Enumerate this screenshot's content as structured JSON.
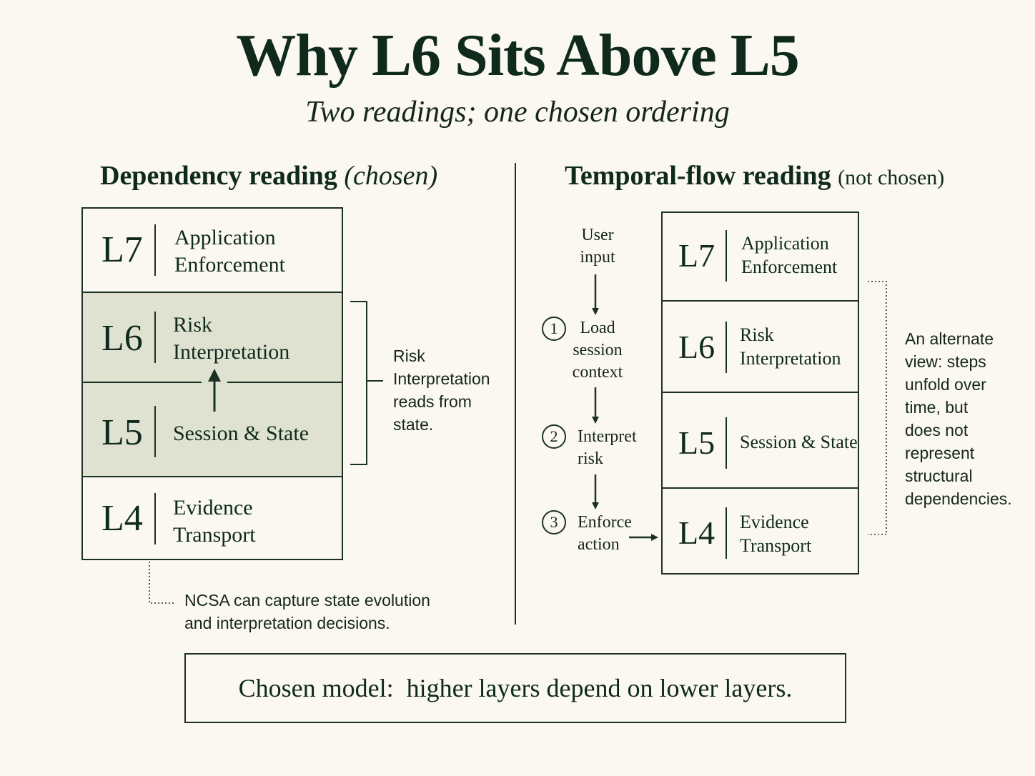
{
  "title": "Why L6 Sits Above L5",
  "subtitle": "Two readings; one chosen ordering",
  "left_panel": {
    "heading": "Dependency reading",
    "heading_note": "(chosen)",
    "layers": [
      {
        "code": "L7",
        "name_line1": "Application",
        "name_line2": "Enforcement"
      },
      {
        "code": "L6",
        "name_line1": "Risk",
        "name_line2": "Interpretation"
      },
      {
        "code": "L5",
        "name_line1": "Session & State",
        "name_line2": ""
      },
      {
        "code": "L4",
        "name_line1": "Evidence",
        "name_line2": "Transport"
      }
    ],
    "bracket_note": [
      "Risk",
      "Interpretation",
      "reads from",
      "state."
    ],
    "bottom_note": [
      "NCSA can capture state evolution",
      "and interpretation decisions."
    ]
  },
  "right_panel": {
    "heading": "Temporal-flow reading",
    "heading_note": "(not chosen)",
    "input_label": [
      "User",
      "input"
    ],
    "steps": [
      {
        "num": "1",
        "label": [
          "Load",
          "session",
          "context"
        ]
      },
      {
        "num": "2",
        "label": [
          "Interpret",
          "risk"
        ]
      },
      {
        "num": "3",
        "label": [
          "Enforce",
          "action"
        ]
      }
    ],
    "layers": [
      {
        "code": "L7",
        "name_line1": "Application",
        "name_line2": "Enforcement"
      },
      {
        "code": "L6",
        "name_line1": "Risk",
        "name_line2": "Interpretation"
      },
      {
        "code": "L5",
        "name_line1": "Session & State",
        "name_line2": ""
      },
      {
        "code": "L4",
        "name_line1": "Evidence",
        "name_line2": "Transport"
      }
    ],
    "side_note": [
      "An alternate",
      "view: steps",
      "unfold over",
      "time, but",
      "does not",
      "represent",
      "structural",
      "dependencies."
    ]
  },
  "chosen_model": "Chosen model:  higher layers depend on lower layers.",
  "colors": {
    "ink": "#0f2a1c",
    "shade": "#dfe2d0",
    "background": "#faf8f0"
  }
}
